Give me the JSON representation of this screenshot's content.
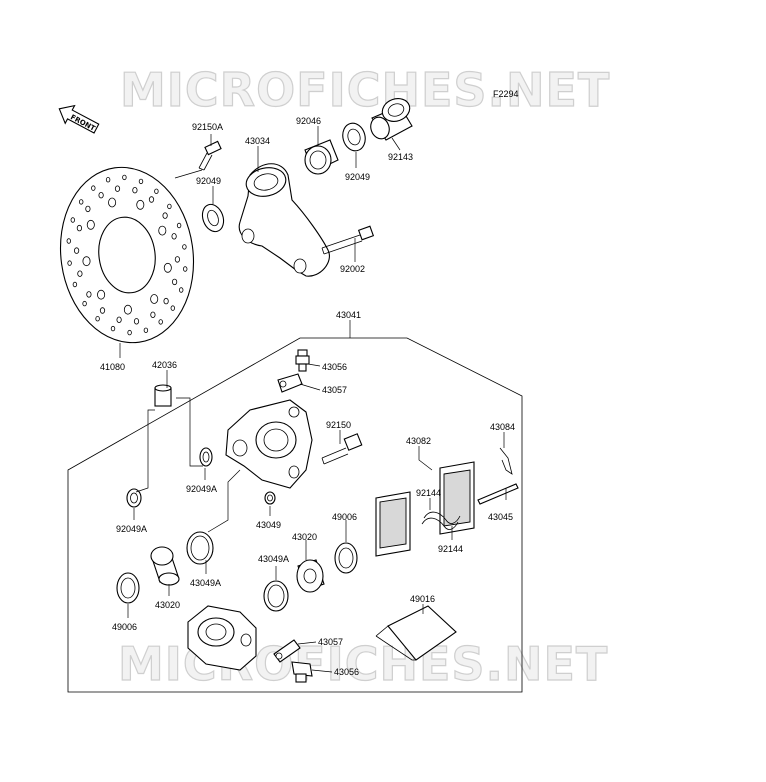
{
  "figure_code": "F2294",
  "watermark_text": "MICROFICHES.NET",
  "front_label": "FRONT",
  "parts": {
    "p92150A": "92150A",
    "p43034": "43034",
    "p92046": "92046",
    "p92049_top_right": "92049",
    "p92143": "92143",
    "p92049_top_left": "92049",
    "p92002": "92002",
    "p41080": "41080",
    "p43041": "43041",
    "p43056_top": "43056",
    "p42036": "42036",
    "p43057_top": "43057",
    "p92150": "92150",
    "p43082": "43082",
    "p43084": "43084",
    "p92049A_mid": "92049A",
    "p92144_upper": "92144",
    "p43045": "43045",
    "p43049": "43049",
    "p49006_right": "49006",
    "p92049A_left": "92049A",
    "p92144_lower": "92144",
    "p43020_right": "43020",
    "p43049A_right": "43049A",
    "p43049A_left": "43049A",
    "p43020_left": "43020",
    "p49006_left": "49006",
    "p49016": "49016",
    "p43057_bottom": "43057",
    "p43056_bottom": "43056"
  }
}
